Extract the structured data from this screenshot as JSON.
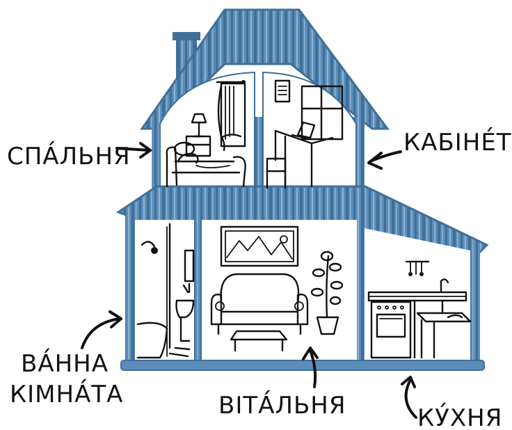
{
  "colors": {
    "house_blue": "#5b8db8",
    "house_stripe": "#3f6f99",
    "house_light_stripe": "#8fb4d4",
    "ink": "#111111",
    "background": "#ffffff"
  },
  "rooms": [
    {
      "id": "bedroom",
      "label": "СПА́ЛЬНЯ"
    },
    {
      "id": "study",
      "label": "КАБІНЕ́Т"
    },
    {
      "id": "bathroom",
      "label_line1": "ВА́ННА",
      "label_line2": "КІМНА́ТА"
    },
    {
      "id": "living_room",
      "label": "ВІТА́ЛЬНЯ"
    },
    {
      "id": "kitchen",
      "label": "КУ́ХНЯ"
    }
  ],
  "icons": [
    "chimney",
    "bed",
    "lamp",
    "window-curtain",
    "desk",
    "laptop",
    "chair",
    "wall-calendar",
    "shower",
    "toilet",
    "sink",
    "sofa",
    "painting",
    "coffee-table",
    "potted-plant",
    "stove",
    "utensil-rack",
    "kitchen-table",
    "arrow"
  ]
}
